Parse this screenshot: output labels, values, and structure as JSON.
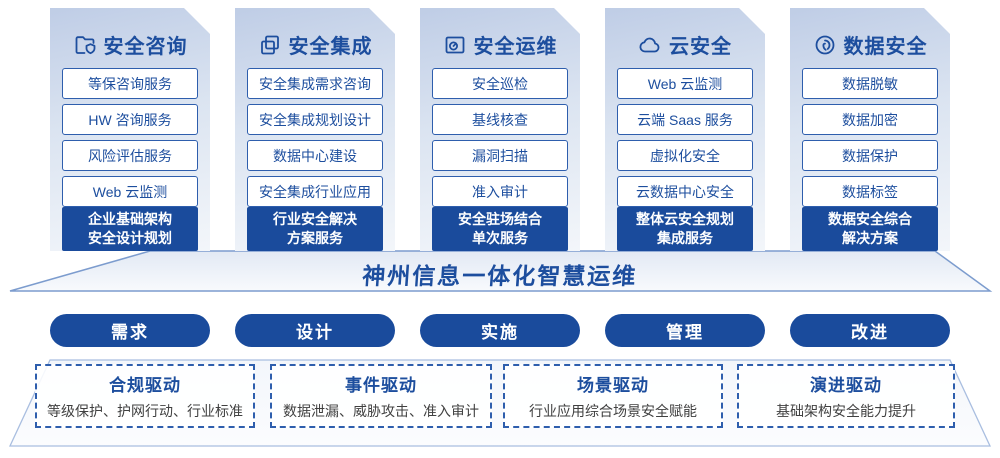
{
  "colors": {
    "primary_blue": "#1a4b9c",
    "text_blue": "#1d4e9e",
    "item_border_blue": "#2e5ead",
    "panel_gradient_top": "#bfcde6",
    "panel_gradient_bottom": "#f3f6fa",
    "driver_desc_gray": "#404040"
  },
  "columns": [
    {
      "title": "安全咨询",
      "icon": "folder-shield-icon",
      "items": [
        "等保咨询服务",
        "HW 咨询服务",
        "风险评估服务",
        "Web 云监测"
      ],
      "footer_line1": "企业基础架构",
      "footer_line2": "安全设计规划"
    },
    {
      "title": "安全集成",
      "icon": "stacked-documents-icon",
      "items": [
        "安全集成需求咨询",
        "安全集成规划设计",
        "数据中心建设",
        "安全集成行业应用"
      ],
      "footer_line1": "行业安全解决",
      "footer_line2": "方案服务"
    },
    {
      "title": "安全运维",
      "icon": "folder-gauge-icon",
      "items": [
        "安全巡检",
        "基线核查",
        "漏洞扫描",
        "准入审计"
      ],
      "footer_line1": "安全驻场结合",
      "footer_line2": "单次服务"
    },
    {
      "title": "云安全",
      "icon": "cloud-icon",
      "items": [
        "Web 云监测",
        "云端 Saas 服务",
        "虚拟化安全",
        "云数据中心安全"
      ],
      "footer_line1": "整体云安全规划",
      "footer_line2": "集成服务"
    },
    {
      "title": "数据安全",
      "icon": "fingerprint-icon",
      "items": [
        "数据脱敏",
        "数据加密",
        "数据保护",
        "数据标签"
      ],
      "footer_line1": "数据安全综合",
      "footer_line2": "解决方案"
    }
  ],
  "banner": {
    "title": "神州信息一体化智慧运维"
  },
  "phases": [
    "需求",
    "设计",
    "实施",
    "管理",
    "改进"
  ],
  "drivers": [
    {
      "title": "合规驱动",
      "desc": "等级保护、护网行动、行业标准"
    },
    {
      "title": "事件驱动",
      "desc": "数据泄漏、威胁攻击、准入审计"
    },
    {
      "title": "场景驱动",
      "desc": "行业应用综合场景安全赋能"
    },
    {
      "title": "演进驱动",
      "desc": "基础架构安全能力提升"
    }
  ]
}
